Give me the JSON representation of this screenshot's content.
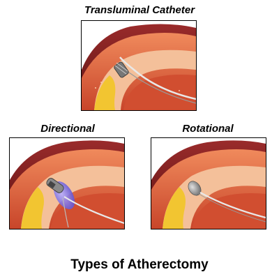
{
  "figure": {
    "title": "Types of Atherectomy",
    "panels": [
      {
        "label": "Transluminal Catheter",
        "device": "transluminal-cutter"
      },
      {
        "label": "Directional",
        "device": "directional-cutter-with-balloon"
      },
      {
        "label": "Rotational",
        "device": "rotational-burr"
      }
    ]
  },
  "colors": {
    "vessel_outer": "#7a1f1f",
    "vessel_wall": "#d9603a",
    "lumen": "#f3b98f",
    "plaque": "#f2c531",
    "balloon": "#7d6fe0",
    "device": "#8a8a8a"
  }
}
